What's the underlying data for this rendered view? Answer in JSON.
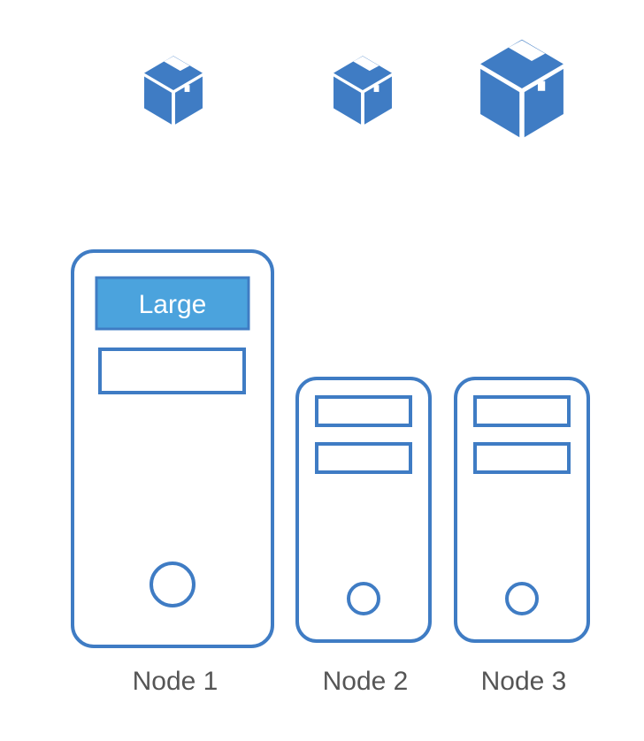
{
  "colors": {
    "accent": "#3F7CC4",
    "slot_fill": "#4BA3DD",
    "label": "#555555",
    "background": "#FFFFFF"
  },
  "packages": [
    {
      "icon": "package-box-icon",
      "size": "small"
    },
    {
      "icon": "package-box-icon",
      "size": "small"
    },
    {
      "icon": "package-box-icon",
      "size": "large"
    }
  ],
  "nodes": [
    {
      "label": "Node 1",
      "icon": "server-tower-icon",
      "slots": [
        {
          "label": "Large",
          "filled": true
        },
        {
          "label": "",
          "filled": false
        }
      ]
    },
    {
      "label": "Node 2",
      "icon": "server-tower-icon",
      "slots": [
        {
          "label": "",
          "filled": false
        },
        {
          "label": "",
          "filled": false
        }
      ]
    },
    {
      "label": "Node 3",
      "icon": "server-tower-icon",
      "slots": [
        {
          "label": "",
          "filled": false
        },
        {
          "label": "",
          "filled": false
        }
      ]
    }
  ]
}
